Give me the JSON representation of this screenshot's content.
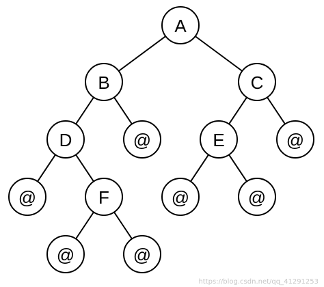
{
  "diagram": {
    "type": "binary-tree",
    "nodes": [
      {
        "id": "A",
        "label": "A"
      },
      {
        "id": "B",
        "label": "B"
      },
      {
        "id": "C",
        "label": "C"
      },
      {
        "id": "D",
        "label": "D"
      },
      {
        "id": "B_right",
        "label": "@"
      },
      {
        "id": "E",
        "label": "E"
      },
      {
        "id": "C_right",
        "label": "@"
      },
      {
        "id": "D_left",
        "label": "@"
      },
      {
        "id": "F",
        "label": "F"
      },
      {
        "id": "E_left",
        "label": "@"
      },
      {
        "id": "E_right",
        "label": "@"
      },
      {
        "id": "F_left",
        "label": "@"
      },
      {
        "id": "F_right",
        "label": "@"
      }
    ],
    "edges": [
      [
        "A",
        "B"
      ],
      [
        "A",
        "C"
      ],
      [
        "B",
        "D"
      ],
      [
        "B",
        "B_right"
      ],
      [
        "C",
        "E"
      ],
      [
        "C",
        "C_right"
      ],
      [
        "D",
        "D_left"
      ],
      [
        "D",
        "F"
      ],
      [
        "E",
        "E_left"
      ],
      [
        "E",
        "E_right"
      ],
      [
        "F",
        "F_left"
      ],
      [
        "F",
        "F_right"
      ]
    ],
    "colors": {
      "stroke": "#000000",
      "fill": "#ffffff",
      "text": "#000000"
    }
  },
  "watermark": "https://blog.csdn.net/qq_41291253"
}
